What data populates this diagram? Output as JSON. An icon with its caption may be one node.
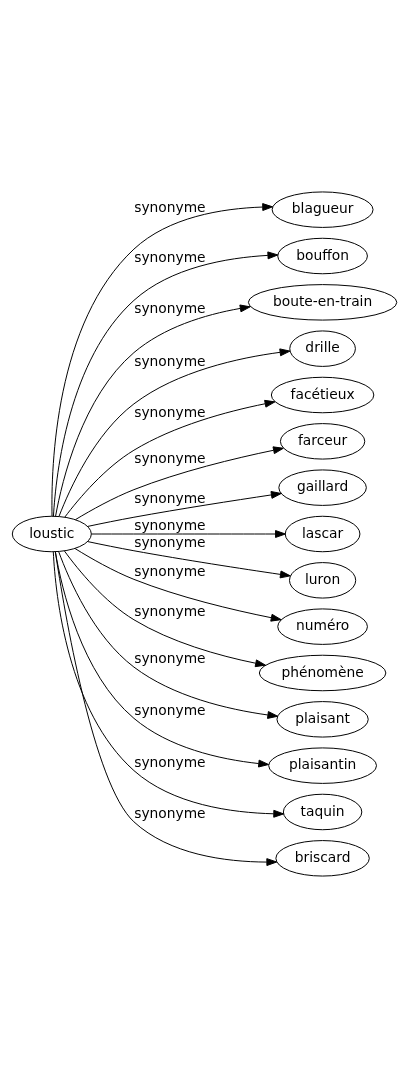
{
  "diagram": {
    "nodes": [
      {
        "text": [
          "loustic"
        ]
      },
      {
        "text": [
          "blagueur"
        ]
      },
      {
        "text": [
          "bouffon"
        ]
      },
      {
        "text": [
          "boute-en-train"
        ]
      },
      {
        "text": [
          "drille"
        ]
      },
      {
        "text": [
          "facétieux"
        ]
      },
      {
        "text": [
          "farceur"
        ]
      },
      {
        "text": [
          "gaillard"
        ]
      },
      {
        "text": [
          "lascar"
        ]
      },
      {
        "text": [
          "luron"
        ]
      },
      {
        "text": [
          "numéro"
        ]
      },
      {
        "text": [
          "phénomène"
        ]
      },
      {
        "text": [
          "plaisant"
        ]
      },
      {
        "text": [
          "plaisantin"
        ]
      },
      {
        "text": [
          "taquin"
        ]
      },
      {
        "text": [
          "briscard"
        ]
      }
    ],
    "edges": [
      {
        "from": 0,
        "to": 1,
        "arrow": "to",
        "label": "synonyme"
      },
      {
        "from": 0,
        "to": 2,
        "arrow": "to",
        "label": "synonyme"
      },
      {
        "from": 0,
        "to": 3,
        "arrow": "to",
        "label": "synonyme"
      },
      {
        "from": 0,
        "to": 4,
        "arrow": "to",
        "label": "synonyme"
      },
      {
        "from": 0,
        "to": 5,
        "arrow": "to",
        "label": "synonyme"
      },
      {
        "from": 0,
        "to": 6,
        "arrow": "to",
        "label": "synonyme"
      },
      {
        "from": 0,
        "to": 7,
        "arrow": "to",
        "label": "synonyme"
      },
      {
        "from": 0,
        "to": 8,
        "arrow": "to",
        "label": "synonyme"
      },
      {
        "from": 0,
        "to": 9,
        "arrow": "to",
        "label": "synonyme"
      },
      {
        "from": 0,
        "to": 10,
        "arrow": "to",
        "label": "synonyme"
      },
      {
        "from": 0,
        "to": 11,
        "arrow": "to",
        "label": "synonyme"
      },
      {
        "from": 0,
        "to": 12,
        "arrow": "to",
        "label": "synonyme"
      },
      {
        "from": 0,
        "to": 13,
        "arrow": "to",
        "label": "synonyme"
      },
      {
        "from": 0,
        "to": 14,
        "arrow": "to",
        "label": "synonyme"
      },
      {
        "from": 0,
        "to": 15,
        "arrow": "to",
        "label": "synonyme"
      }
    ]
  }
}
